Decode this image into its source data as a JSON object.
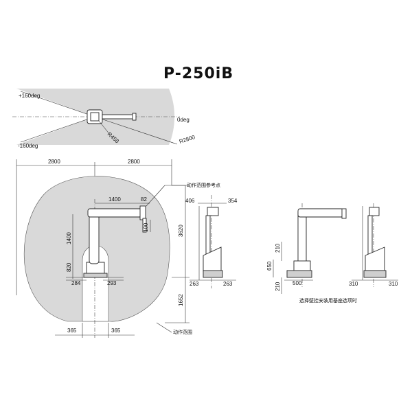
{
  "title": "P-250iB",
  "top_view": {
    "angle_pos": "+160deg",
    "angle_zero": "0deg",
    "angle_neg": "-160deg",
    "radius_small": "R458",
    "radius_large": "R2800"
  },
  "side_view": {
    "width_left": "2800",
    "width_right": "2800",
    "reach_point_label": "动作范围参考点",
    "dim_1400_h": "1400",
    "dim_82": "82",
    "dim_100": "100",
    "dim_1400_v": "1400",
    "dim_820": "820",
    "dim_284": "284",
    "dim_293": "293",
    "dim_3620": "3620",
    "dim_1652": "1652",
    "dim_365_left": "365",
    "dim_365_right": "365",
    "range_label": "动作范围"
  },
  "front_view": {
    "dim_406": "406",
    "dim_354": "354",
    "dim_263_left": "263",
    "dim_263_right": "263"
  },
  "wall_view": {
    "dim_210_top": "210",
    "dim_650": "650",
    "dim_210_bottom": "210",
    "dim_500": "500",
    "dim_310_left": "310",
    "dim_310_right": "310",
    "caption": "选择壁挂安装用基座选项时"
  },
  "colors": {
    "range_fill": "#d9d9d9",
    "line": "#222222"
  }
}
